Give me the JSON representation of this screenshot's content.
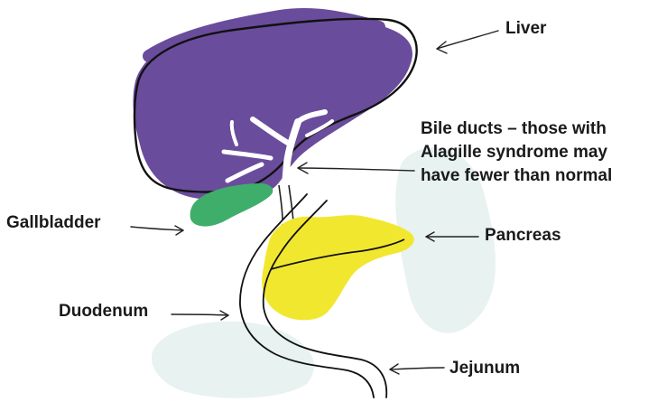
{
  "labels": {
    "liver": "Liver",
    "bile_ducts": {
      "line1": "Bile ducts – those with",
      "line2": "Alagille syndrome may",
      "line3": "have fewer than normal"
    },
    "gallbladder": "Gallbladder",
    "pancreas": "Pancreas",
    "duodenum": "Duodenum",
    "jejunum": "Jejunum"
  },
  "colors": {
    "liver": "#6a4c9c",
    "gallbladder": "#3fae6a",
    "pancreas": "#f2e72f",
    "background_blobs": "#e7f2f1",
    "outline": "#111111"
  }
}
